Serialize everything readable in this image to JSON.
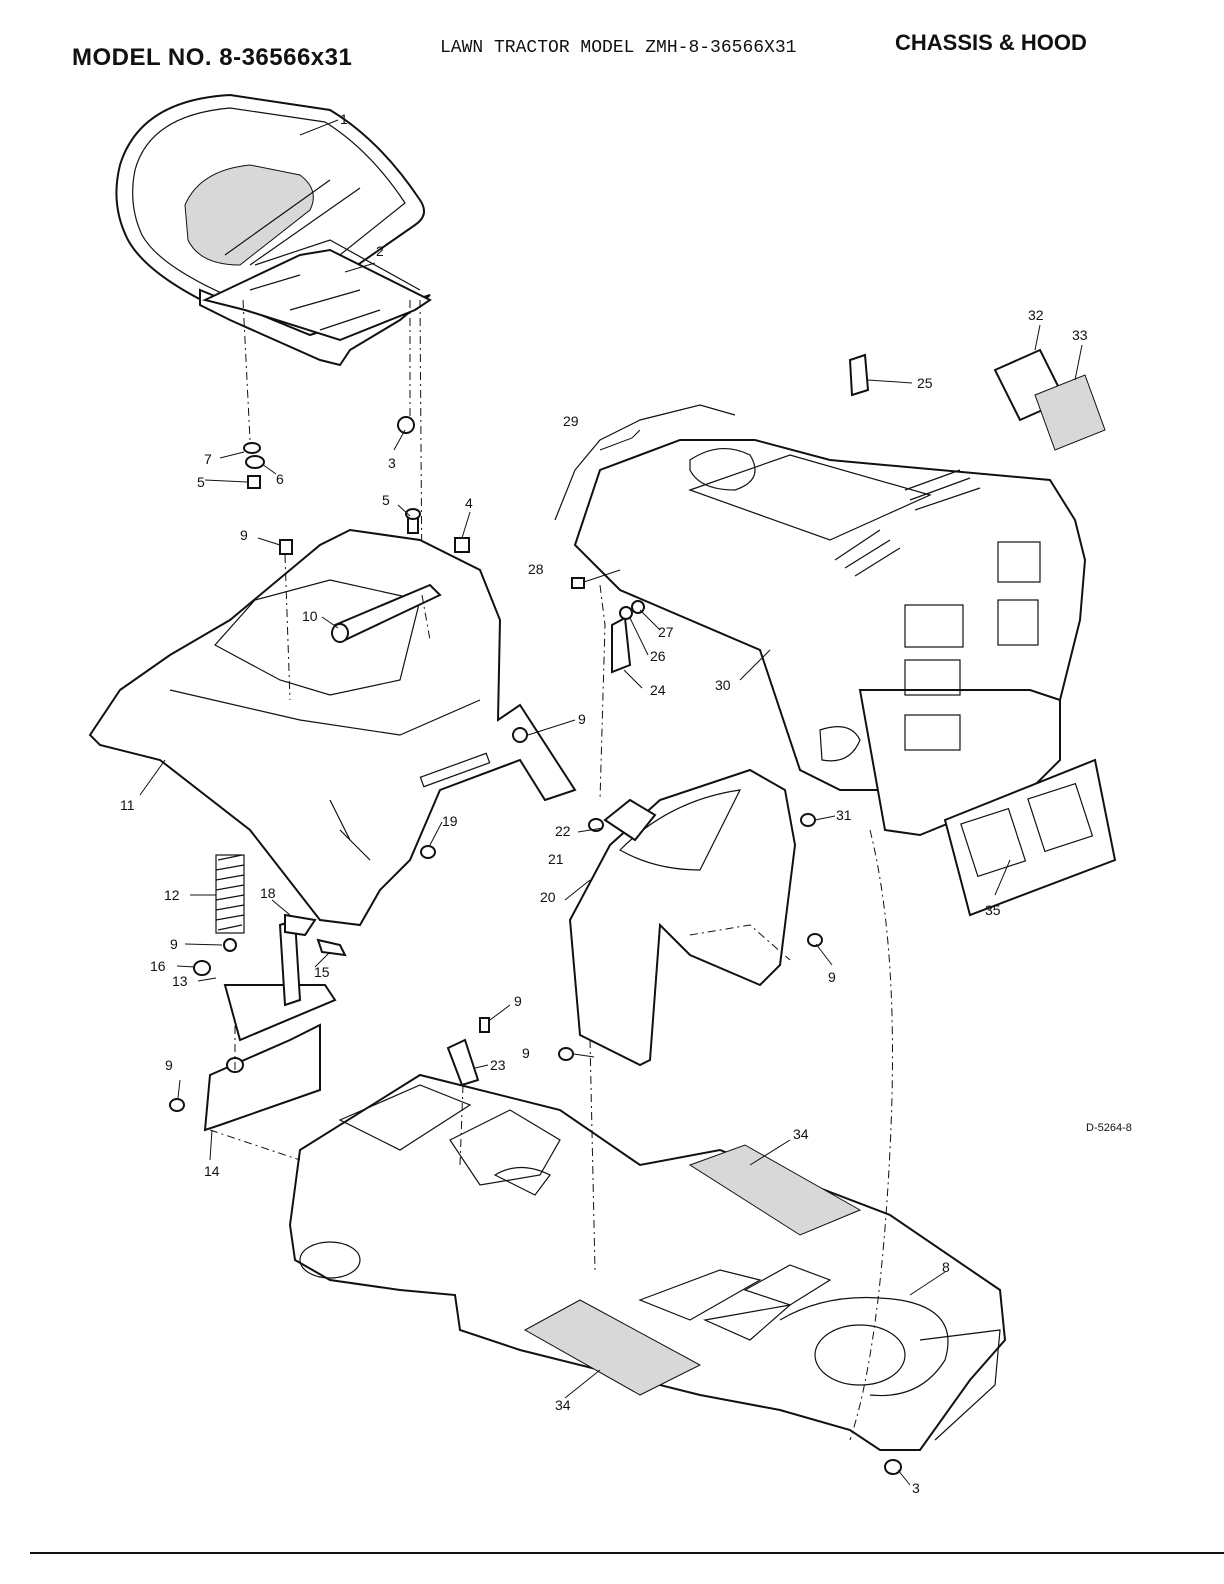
{
  "header": {
    "model_no": "MODEL NO. 8-36566x31",
    "subtitle": "LAWN TRACTOR MODEL ZMH-8-36566X31",
    "section": "CHASSIS & HOOD"
  },
  "drawing_code": "D-5264-8",
  "labels": {
    "l1": "1",
    "l2": "2",
    "l3a": "3",
    "l3b": "3",
    "l4": "4",
    "l5a": "5",
    "l5b": "5",
    "l6": "6",
    "l7": "7",
    "l8": "8",
    "l9a": "9",
    "l9b": "9",
    "l9c": "9",
    "l9d": "9",
    "l9e": "9",
    "l9f": "9",
    "l9g": "9",
    "l10": "10",
    "l11": "11",
    "l12": "12",
    "l13": "13",
    "l14": "14",
    "l15": "15",
    "l16": "16",
    "l18": "18",
    "l19": "19",
    "l20": "20",
    "l21": "21",
    "l22": "22",
    "l23": "23",
    "l24": "24",
    "l25": "25",
    "l26": "26",
    "l27": "27",
    "l28": "28",
    "l29": "29",
    "l30": "30",
    "l31": "31",
    "l32": "32",
    "l33": "33",
    "l34a": "34",
    "l34b": "34",
    "l35": "35"
  }
}
